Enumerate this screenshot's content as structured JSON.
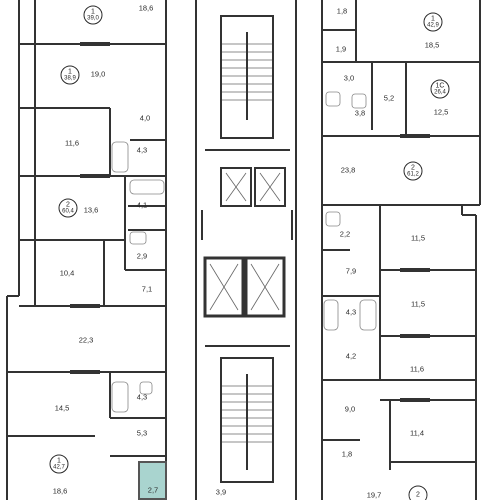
{
  "highlight_color": "#a9d4cf",
  "wall_color": "#333333",
  "apartments": [
    {
      "id": "apt-1-top-left",
      "number": "1",
      "area": "39,0"
    },
    {
      "id": "apt-1-second-left",
      "number": "1",
      "area": "38,9"
    },
    {
      "id": "apt-2-left",
      "number": "2",
      "area": "60,4"
    },
    {
      "id": "apt-1-bottom-left",
      "number": "1",
      "area": "42,7"
    },
    {
      "id": "apt-1-top-right",
      "number": "1",
      "area": "42,9"
    },
    {
      "id": "apt-1c-right",
      "number": "1С",
      "area": "26,4"
    },
    {
      "id": "apt-2-mid-right",
      "number": "2",
      "area": "61,2"
    },
    {
      "id": "apt-2-bottom-right",
      "number": "2",
      "area": ""
    }
  ],
  "rooms": [
    {
      "id": "r1",
      "area": "18,6"
    },
    {
      "id": "r2",
      "area": "19,0"
    },
    {
      "id": "r3",
      "area": "4,0"
    },
    {
      "id": "r4",
      "area": "11,6"
    },
    {
      "id": "r5",
      "area": "4,3"
    },
    {
      "id": "r6",
      "area": "13,6"
    },
    {
      "id": "r7",
      "area": "4,1"
    },
    {
      "id": "r8",
      "area": "2,9"
    },
    {
      "id": "r9",
      "area": "10,4"
    },
    {
      "id": "r10",
      "area": "7,1"
    },
    {
      "id": "r11",
      "area": "22,3"
    },
    {
      "id": "r12",
      "area": "14,5"
    },
    {
      "id": "r13",
      "area": "4,3"
    },
    {
      "id": "r14",
      "area": "5,3"
    },
    {
      "id": "r15",
      "area": "18,6"
    },
    {
      "id": "r16",
      "area": "2,7"
    },
    {
      "id": "r17",
      "area": "3,9"
    },
    {
      "id": "r18",
      "area": "1,8"
    },
    {
      "id": "r19",
      "area": "18,5"
    },
    {
      "id": "r20",
      "area": "1,9"
    },
    {
      "id": "r21",
      "area": "3,0"
    },
    {
      "id": "r22",
      "area": "5,2"
    },
    {
      "id": "r23",
      "area": "3,8"
    },
    {
      "id": "r24",
      "area": "12,5"
    },
    {
      "id": "r25",
      "area": "23,8"
    },
    {
      "id": "r26",
      "area": "2,2"
    },
    {
      "id": "r27",
      "area": "11,5"
    },
    {
      "id": "r28",
      "area": "7,9"
    },
    {
      "id": "r29",
      "area": "11,5"
    },
    {
      "id": "r30",
      "area": "4,3"
    },
    {
      "id": "r31",
      "area": "4,2"
    },
    {
      "id": "r32",
      "area": "11,6"
    },
    {
      "id": "r33",
      "area": "9,0"
    },
    {
      "id": "r34",
      "area": "11,4"
    },
    {
      "id": "r35",
      "area": "1,8"
    },
    {
      "id": "r36",
      "area": "19,7"
    }
  ]
}
